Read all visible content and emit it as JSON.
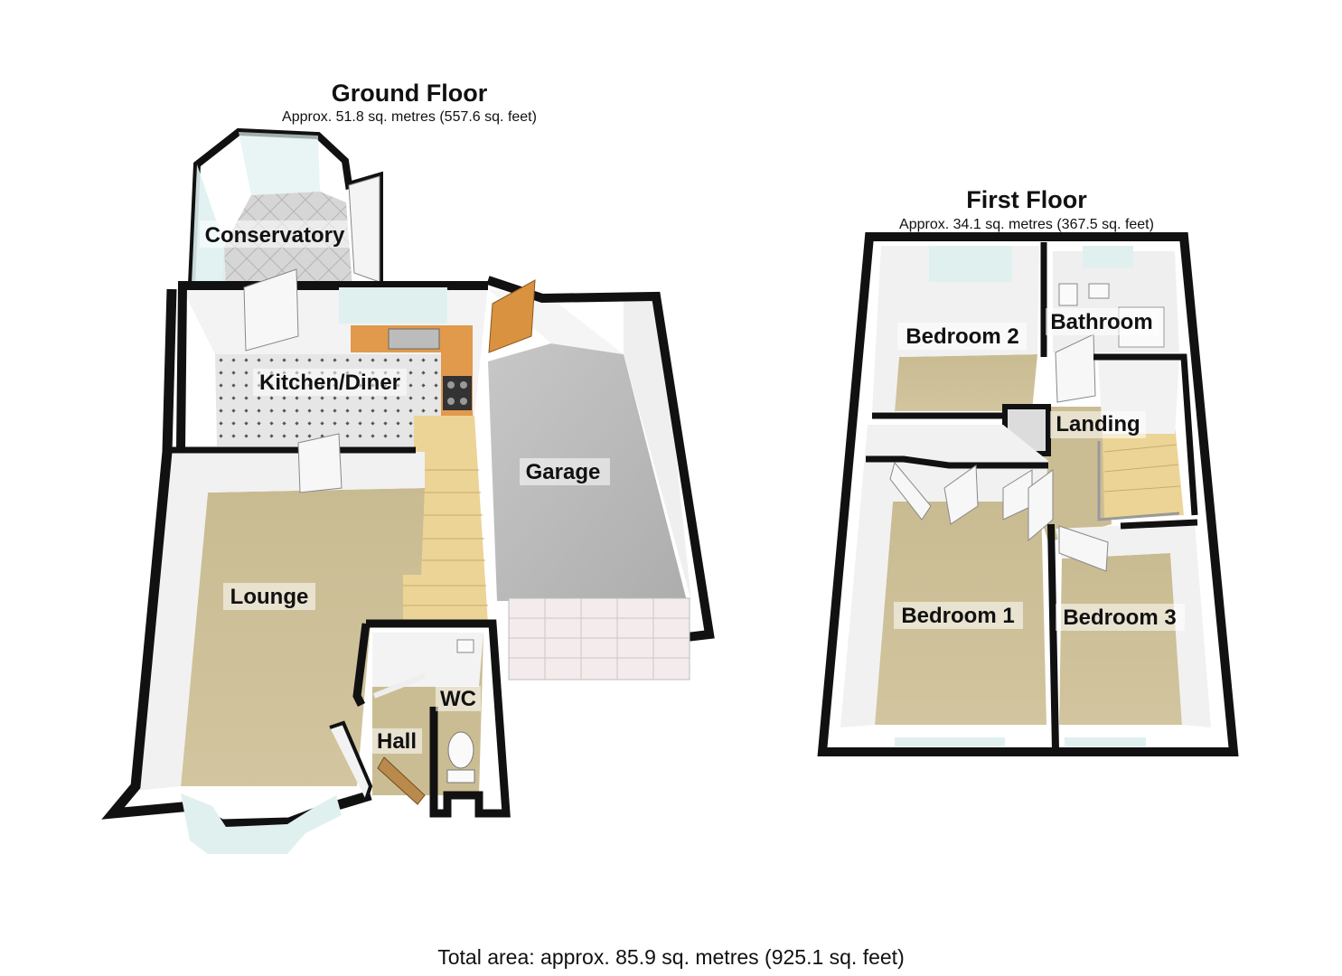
{
  "ground_floor": {
    "title": "Ground Floor",
    "area": "Approx. 51.8 sq. metres (557.6 sq. feet)",
    "rooms": {
      "conservatory": "Conservatory",
      "kitchen_diner": "Kitchen/Diner",
      "garage": "Garage",
      "lounge": "Lounge",
      "wc": "WC",
      "hall": "Hall"
    }
  },
  "first_floor": {
    "title": "First Floor",
    "area": "Approx. 34.1 sq. metres (367.5 sq. feet)",
    "rooms": {
      "bedroom_2": "Bedroom 2",
      "bathroom": "Bathroom",
      "landing": "Landing",
      "bedroom_1": "Bedroom 1",
      "bedroom_3": "Bedroom 3"
    }
  },
  "total_area": "Total area: approx. 85.9 sq. metres (925.1 sq. feet)",
  "colors": {
    "wall": "#0a0a0a",
    "carpet": "#cdbf96",
    "tile": "#e4e4e4",
    "garage_floor": "#b9b9b9",
    "worktop": "#e19a4c",
    "door": "#f2f2f2",
    "stairs": "#e8cf8e"
  }
}
